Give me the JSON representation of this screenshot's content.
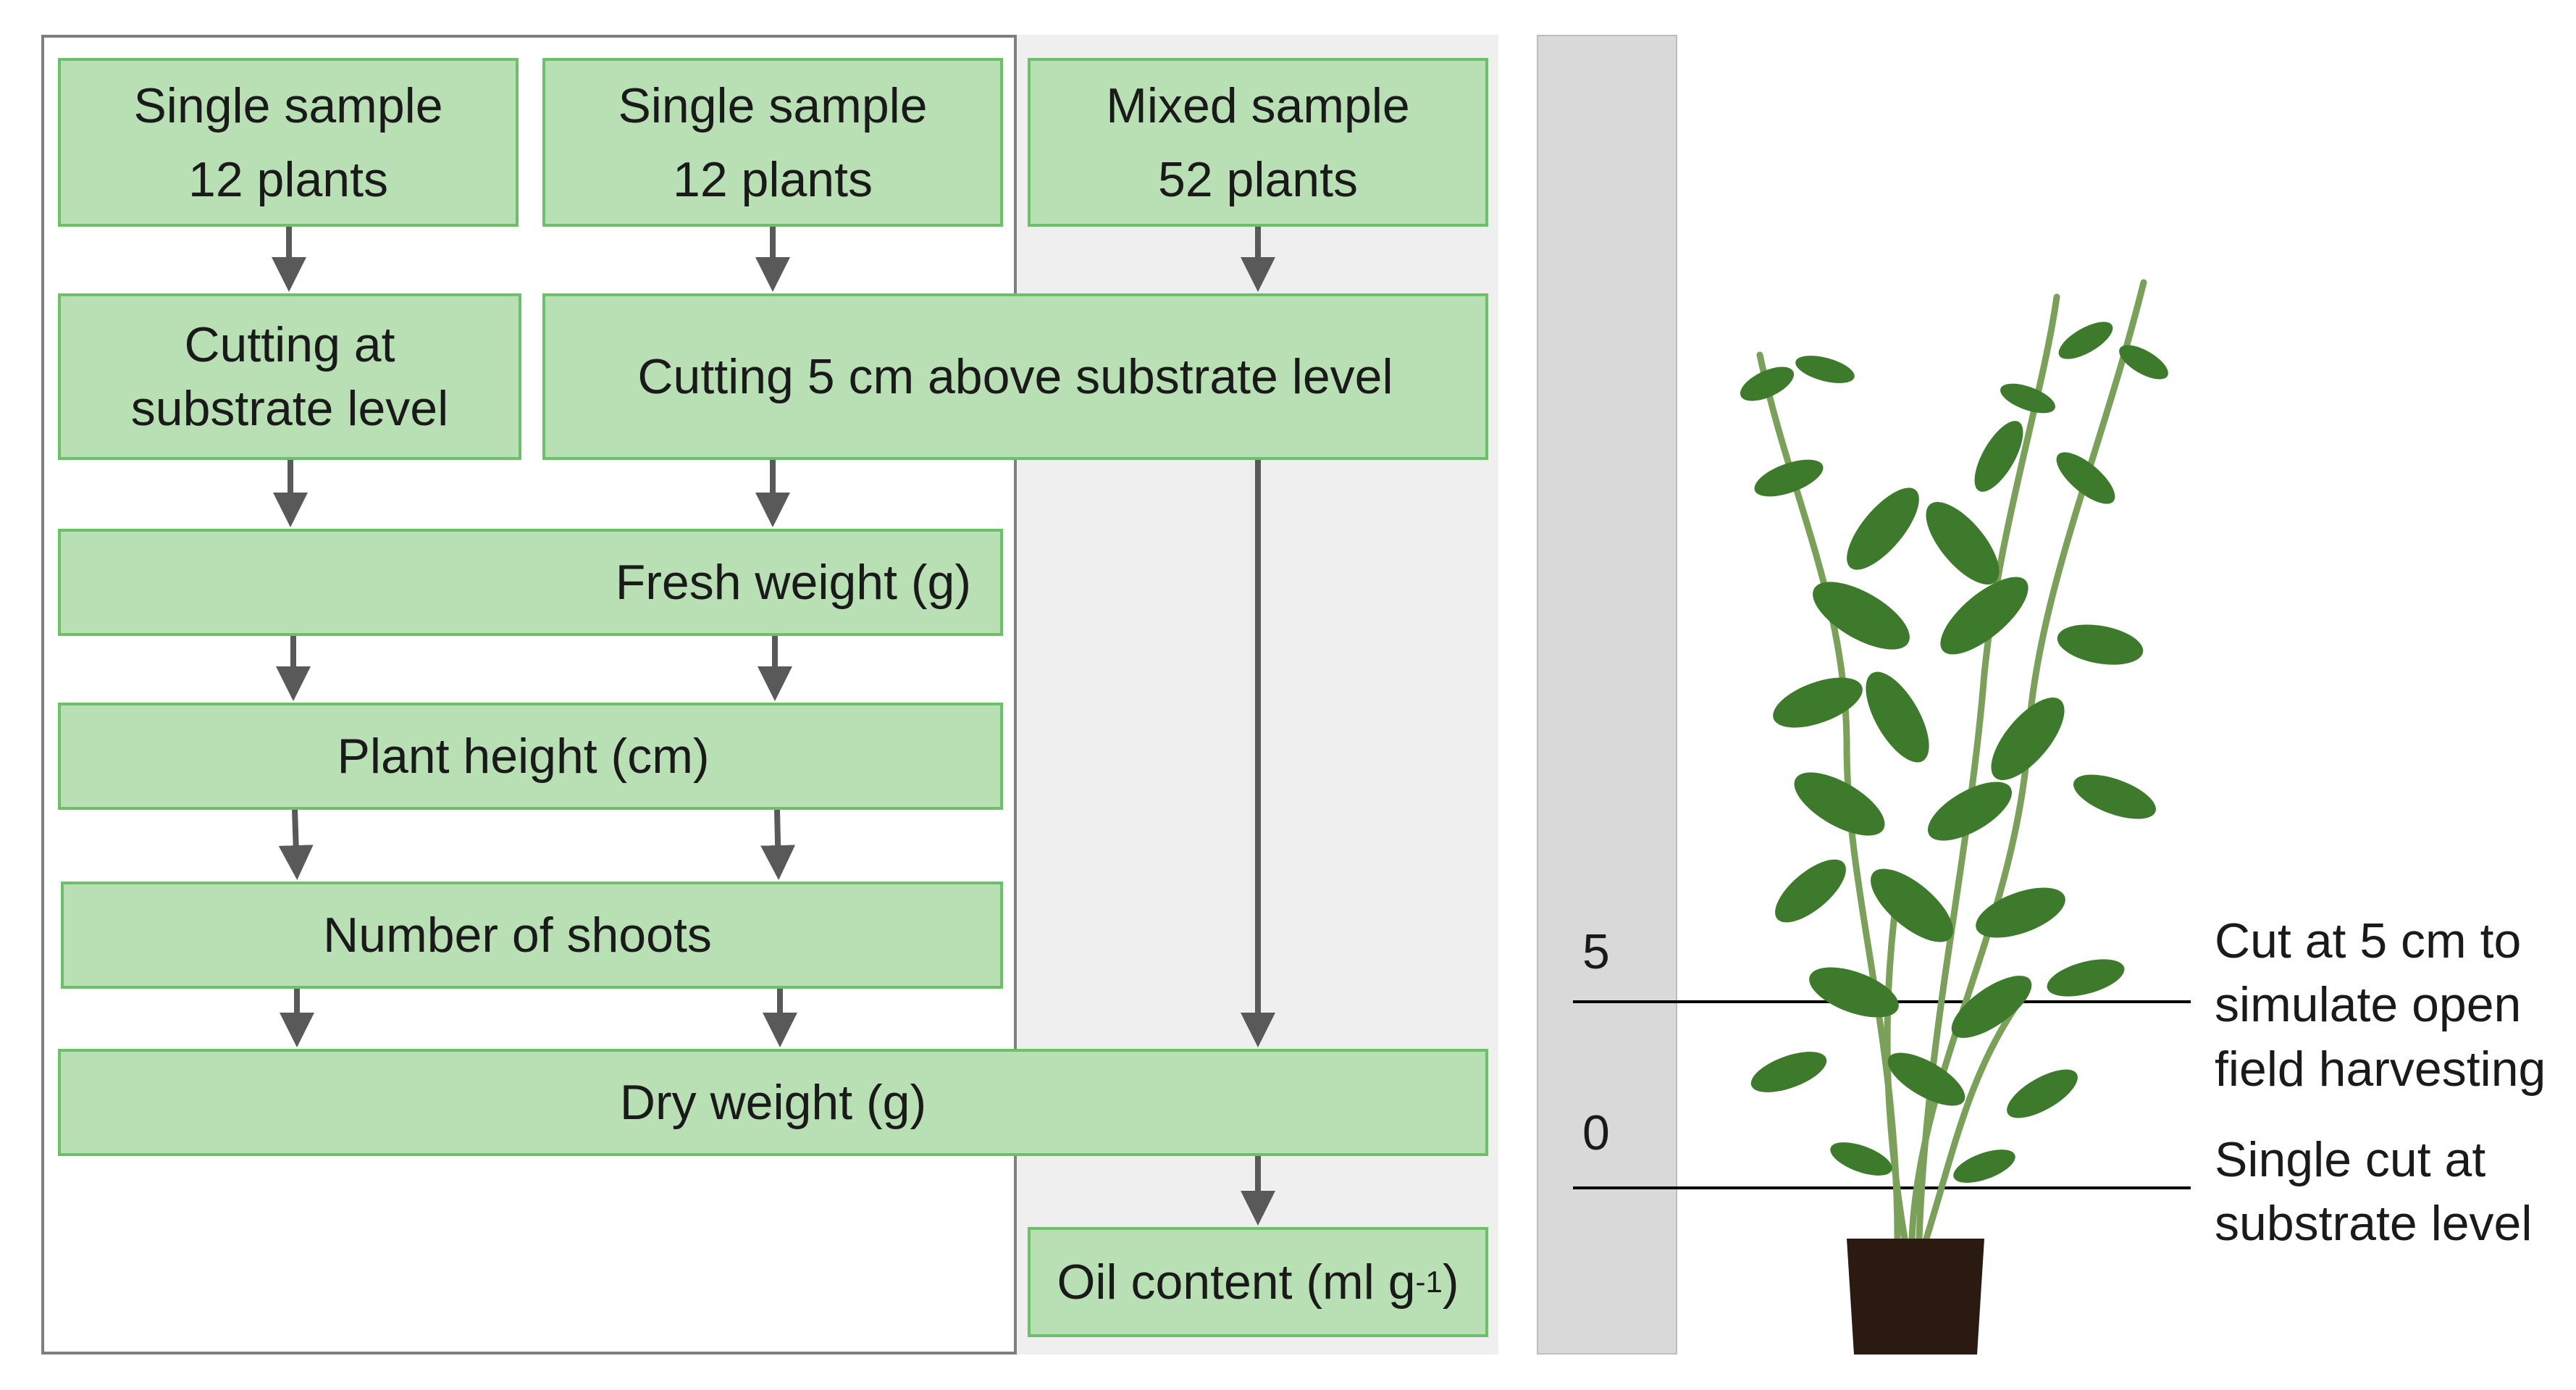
{
  "columns": {
    "col1": {
      "line1": "Single sample",
      "line2": "12 plants"
    },
    "col2": {
      "line1": "Single sample",
      "line2": "12 plants"
    },
    "col3": {
      "line1": "Mixed sample",
      "line2": "52 plants"
    }
  },
  "steps": {
    "cut_substrate": "Cutting at\nsubstrate level",
    "cut_5cm": "Cutting 5 cm above substrate level",
    "fresh_weight": "Fresh weight (g)",
    "plant_height": "Plant height (cm)",
    "shoots": "Number of shoots",
    "dry_weight": "Dry weight (g)",
    "oil_content_text": "Oil content (ml g",
    "oil_content_exp": "-1",
    "oil_content_close": ")"
  },
  "ruler": {
    "tick_upper": "5",
    "tick_lower": "0"
  },
  "annotations": {
    "upper": "Cut at 5 cm to\nsimulate open\nfield harvesting",
    "lower": "Single cut at\nsubstrate level"
  },
  "colors": {
    "box_fill": "#b9e0b4",
    "box_border": "#6cc06a",
    "arrow": "#595959",
    "mixed_bg": "#efefef",
    "ruler": "#d9d9d9"
  }
}
